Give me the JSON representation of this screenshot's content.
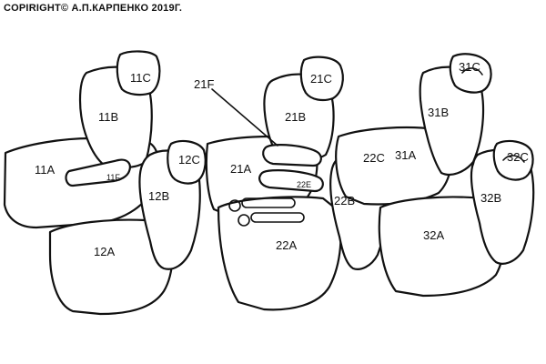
{
  "copyright": "COPIRIGHT© А.П.КАРПЕНКО 2019Г.",
  "labels": {
    "l11C": "11C",
    "l11B": "11B",
    "l11A": "11A",
    "l11F": "11F",
    "l12C": "12C",
    "l12B": "12B",
    "l12A": "12A",
    "l21F": "21F",
    "l21C": "21C",
    "l21B": "21B",
    "l21A": "21A",
    "l22E": "22E",
    "l22C": "22C",
    "l22B": "22B",
    "l22A": "22A",
    "l31C": "31C",
    "l31B": "31B",
    "l31A": "31A",
    "l32C": "32C",
    "l32B": "32B",
    "l32A": "32A"
  }
}
